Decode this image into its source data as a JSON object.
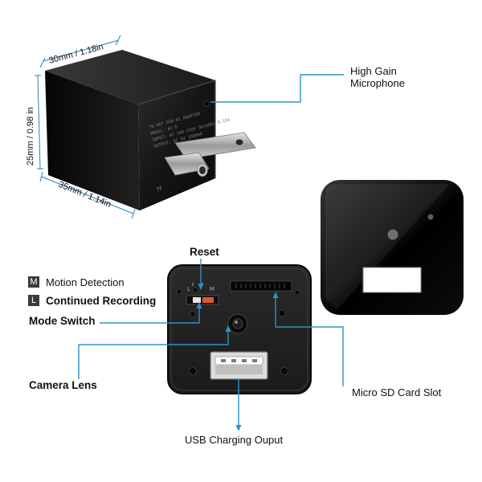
{
  "dimensions": {
    "top": "30mm / 1.18in",
    "side": "25mm / 0.98 in",
    "bottom": "35mm / 1.14in"
  },
  "adapter_print": [
    "TO REF USB AC ADAPTER",
    "MODEL: AC-D",
    "INPUT: AC 100-240V 50/60Hz 0.15A",
    "OUTPUT: DC 5V 1000mA"
  ],
  "labels": {
    "mic_line1": "High Gain",
    "mic_line2": "Microphone",
    "reset": "Reset",
    "mode_switch": "Mode Switch",
    "camera_lens": "Camera Lens",
    "sd_slot": "Micro SD Card Slot",
    "usb": "USB Charging Ouput"
  },
  "legend": {
    "m_key": "M",
    "m_text": "Motion Detection",
    "l_key": "L",
    "l_text": "Continued Recording"
  },
  "switch_marks": {
    "left": "L",
    "right": "M"
  },
  "colors": {
    "callout": "#2b93c8",
    "body": "#141414"
  }
}
